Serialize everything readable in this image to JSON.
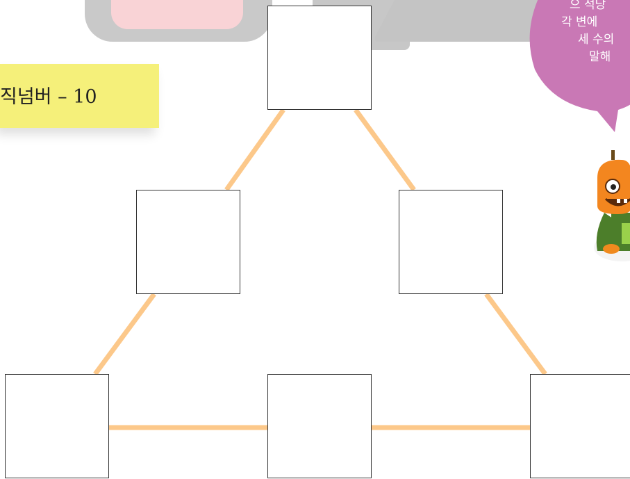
{
  "title": {
    "text": "직넘버 – 10"
  },
  "bubble": {
    "lines": [
      "으 적당",
      "각 변에",
      "세 수의",
      "말해"
    ],
    "color": "#c978b5"
  },
  "colors": {
    "line": "#fcc88a",
    "title_band": "#f5f07a",
    "box_border": "#333333"
  },
  "boxes": [
    "top",
    "middle-left",
    "middle-right",
    "bottom-left",
    "bottom-middle",
    "bottom-right"
  ],
  "icons": [
    "pumpkin-mascot-icon"
  ]
}
